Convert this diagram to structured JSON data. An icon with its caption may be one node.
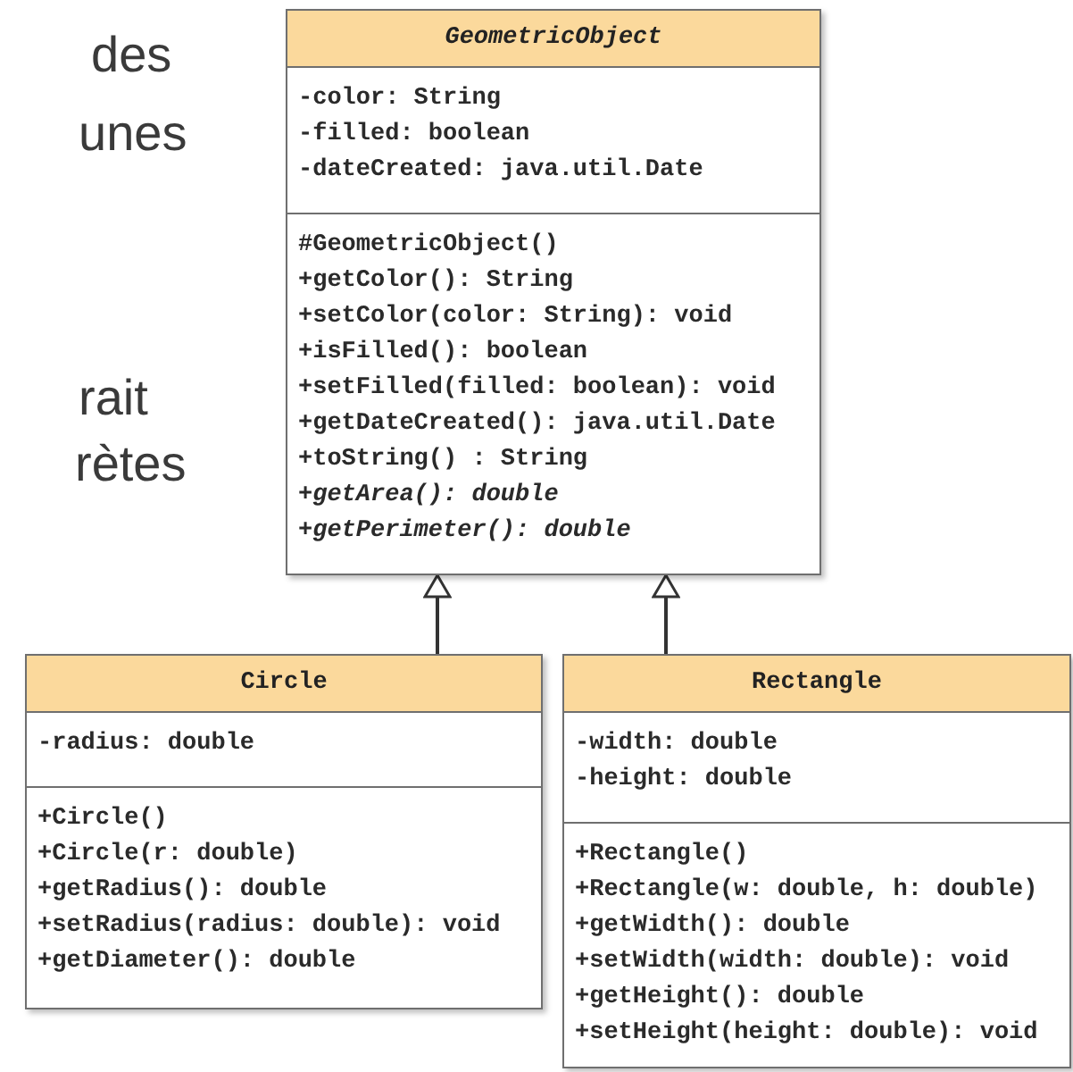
{
  "diagram": {
    "nodes": [
      {
        "text": [
          "*GeometricObject*"
        ]
      },
      {
        "text": [
          "-color: String",
          "-filled: boolean",
          "-dateCreated: java.util.Date"
        ],
        "in": 0
      },
      {
        "text": [
          "#GeometricObject()",
          "+getColor(): String",
          "+setColor(color: String): void",
          "+isFilled(): boolean",
          "+setFilled(filled: boolean): void",
          "+getDateCreated(): java.util.Date",
          "+toString() : String",
          "*+getArea(): double*",
          "*+getPerimeter(): double*"
        ],
        "in": 0
      },
      {
        "text": [
          "Circle"
        ]
      },
      {
        "text": [
          "-radius: double"
        ],
        "in": 3
      },
      {
        "text": [
          "+Circle()",
          "+Circle(r: double)",
          "+getRadius(): double",
          "+setRadius(radius: double): void",
          "+getDiameter(): double"
        ],
        "in": 3
      },
      {
        "text": [
          "Rectangle"
        ]
      },
      {
        "text": [
          "-width: double",
          "-height: double"
        ],
        "in": 6
      },
      {
        "text": [
          "+Rectangle()",
          "+Rectangle(w: double, h: double)",
          "+getWidth(): double",
          "+setWidth(width: double): void",
          "+getHeight(): double",
          "+setHeight(height: double): void"
        ],
        "in": 6
      }
    ],
    "edges": [
      {
        "from": 3,
        "to": 0,
        "arrow": "to"
      },
      {
        "from": 6,
        "to": 0,
        "arrow": "to"
      }
    ],
    "labels": [
      "des",
      "unes",
      "rait",
      "rètes"
    ]
  }
}
